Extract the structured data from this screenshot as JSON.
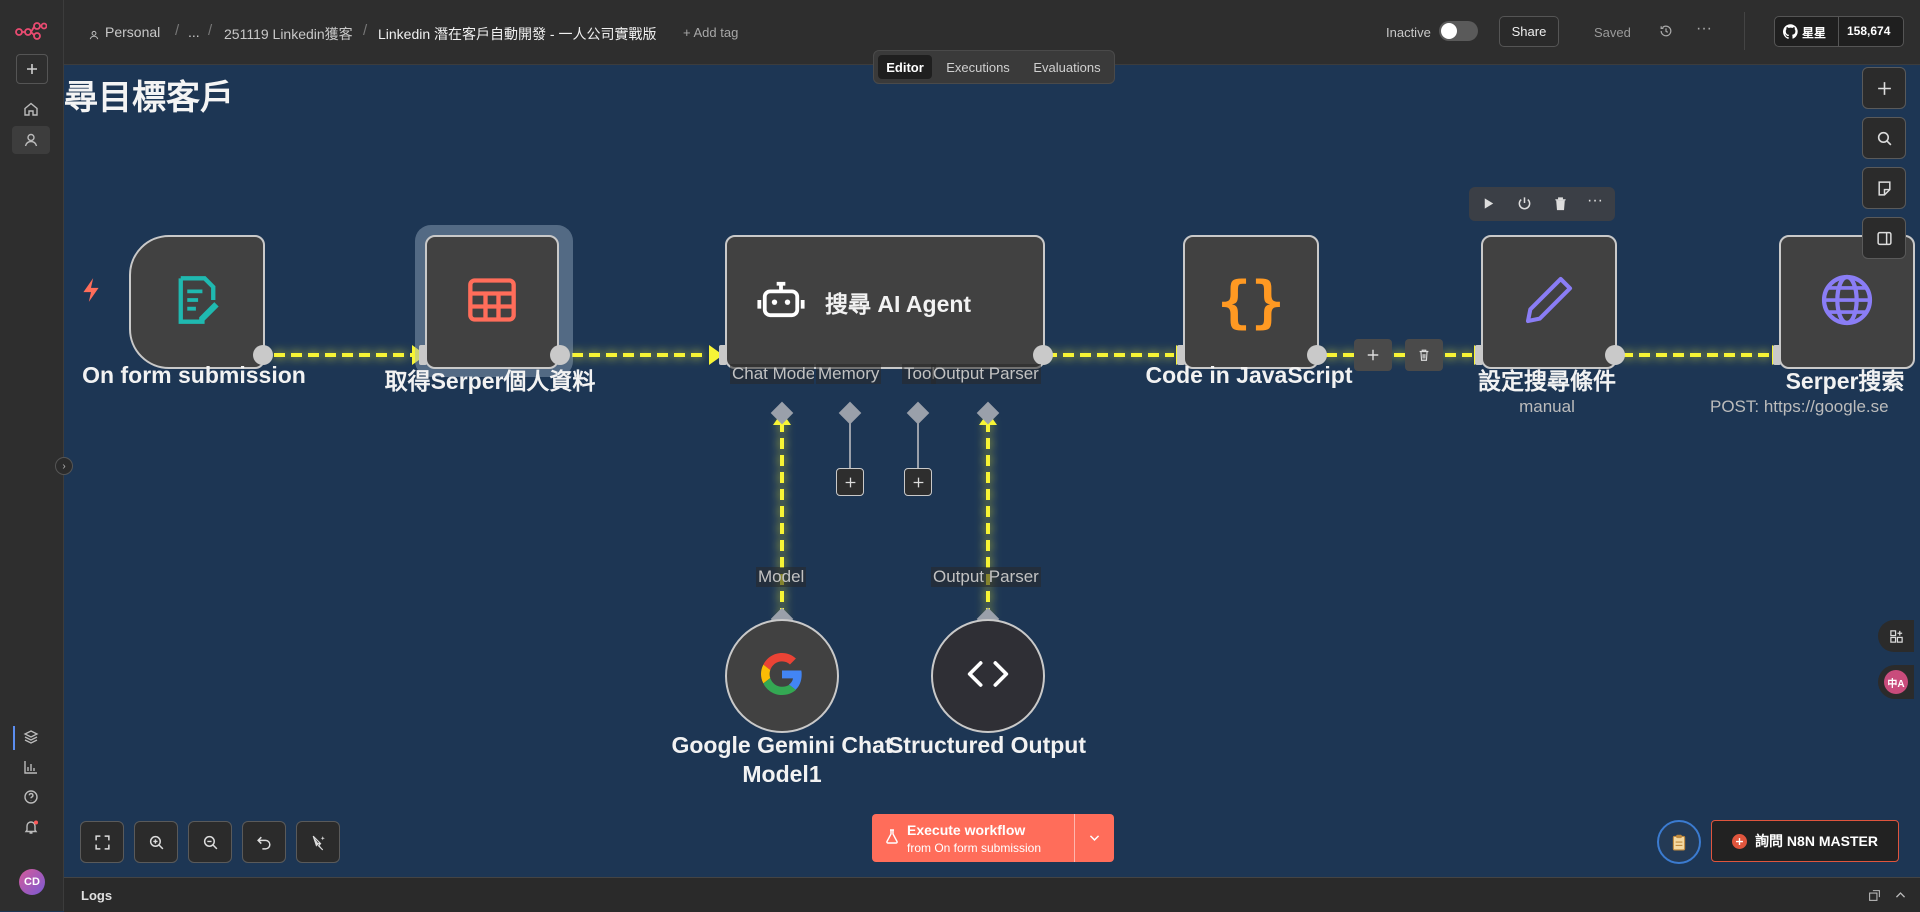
{
  "breadcrumb": {
    "owner": "Personal",
    "ellipsis": "...",
    "folder": "251119 Linkedin獲客",
    "workflow": "Linkedin 潛在客戶自動開發 - 一人公司實戰版",
    "add_tag": "+ Add tag"
  },
  "header": {
    "status_label": "Inactive",
    "share_label": "Share",
    "saved_label": "Saved",
    "github_label": "星星",
    "github_count": "158,674"
  },
  "tabs": [
    "Editor",
    "Executions",
    "Evaluations"
  ],
  "active_tab": "Editor",
  "sticky_title": "尋目標客戶",
  "nodes": {
    "form": {
      "title": "On form submission"
    },
    "serper_data": {
      "title": "取得Serper個人資料"
    },
    "agent": {
      "title": "搜尋 AI Agent"
    },
    "code": {
      "title": "Code in JavaScript"
    },
    "set": {
      "title": "設定搜尋條件",
      "subtitle": "manual"
    },
    "serper_search": {
      "title": "Serper搜索",
      "subtitle": "POST: https://google.se"
    },
    "gemini": {
      "title_line1": "Google Gemini Chat",
      "title_line2": "Model1"
    },
    "parser": {
      "title": "Structured Output"
    }
  },
  "agent_handles": {
    "chat_model": "Chat Model",
    "memory": "Memory",
    "tool": "Tool",
    "output_parser": "Output Parser"
  },
  "sub_labels": {
    "model": "Model",
    "output_parser": "Output Parser"
  },
  "execute": {
    "title": "Execute workflow",
    "subtitle": "from On form submission"
  },
  "ask_button": "詢問 N8N MASTER",
  "logs_label": "Logs",
  "user_initials": "CD",
  "colors": {
    "canvas": "#1d3654",
    "connection": "#f7f436",
    "execute_button": "#ff6d5a",
    "brand": "#ea4b71"
  }
}
